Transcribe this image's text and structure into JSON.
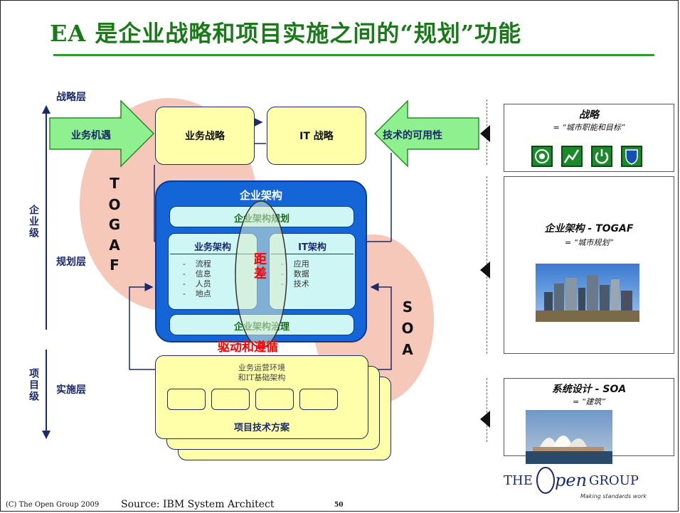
{
  "title": "EA 是企业战略和项目实施之间的“规划”功能",
  "layers": {
    "strategy": "战略层",
    "planning": "规划层",
    "implementation": "实施层"
  },
  "levels": {
    "enterprise": "企业级",
    "project": "项目级"
  },
  "arrows": {
    "left": "业务机遇",
    "right": "技术的可用性"
  },
  "boxes": {
    "business_strategy": "业务战略",
    "it_strategy": "IT 战略"
  },
  "togaf_letters": [
    "T",
    "O",
    "G",
    "A",
    "F"
  ],
  "soa_letters": [
    "S",
    "O",
    "A"
  ],
  "ea": {
    "title": "企业架构",
    "planning": "企业架构规划",
    "governance": "企业架构治理",
    "business_arch": {
      "title": "业务架构",
      "items": [
        "流程",
        "信息",
        "人员",
        "地点"
      ]
    },
    "it_arch": {
      "title": "IT架构",
      "items": [
        "应用",
        "数据",
        "技术"
      ]
    },
    "gap": "距差"
  },
  "drive_follow": "驱动和遵循",
  "project": {
    "env": "业务运营环境",
    "infra": "和IT基础架构",
    "solution": "项目技术方案"
  },
  "right_panels": {
    "strategy": {
      "title": "战略",
      "sub": "= “城市职能和目标”"
    },
    "ea": {
      "title": "企业架构 - TOGAF",
      "sub": "= “城市规划”"
    },
    "sysdesign": {
      "title": "系统设计 - SOA",
      "sub": "= “建筑”"
    }
  },
  "logo": {
    "the": "THE",
    "open": "Open",
    "group": "GROUP",
    "tagline": "Making standards work"
  },
  "footer": {
    "copyright": "(C) The Open Group 2009",
    "source": "Source: IBM System Architect",
    "page": "50"
  },
  "colors": {
    "title_green": "#1a7a1a",
    "ea_blue": "#1466d8",
    "box_yellow": "#ffffaa",
    "cyan": "#cef6f4",
    "salmon": "#f6c8b9",
    "arrow_green": "#8ef08e",
    "red_text": "#ff0000"
  }
}
